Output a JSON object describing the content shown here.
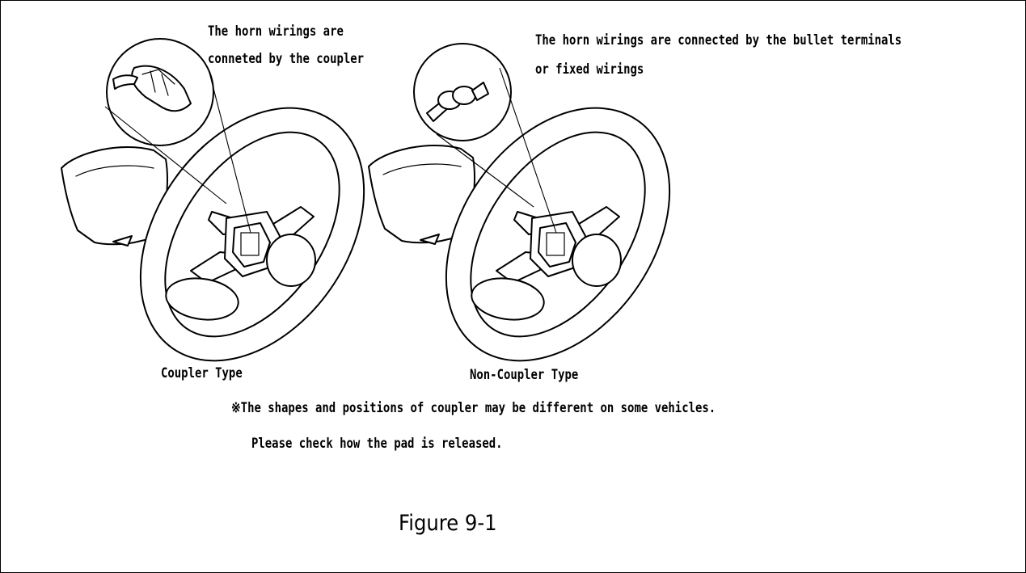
{
  "figure": {
    "title": "Figure 9-1",
    "callouts": {
      "coupler_line1": "The horn wirings are",
      "coupler_line2": "conneted by the coupler",
      "noncoupler_line1": "The horn wirings are connected by the bullet terminals",
      "noncoupler_line2": "or fixed wirings"
    },
    "captions": {
      "coupler_type": "Coupler Type",
      "non_coupler_type": "Non-Coupler Type"
    },
    "notes": {
      "line1": "※The shapes and positions of coupler may be different on some vehicles.",
      "line2": "Please check how the pad is released."
    }
  }
}
